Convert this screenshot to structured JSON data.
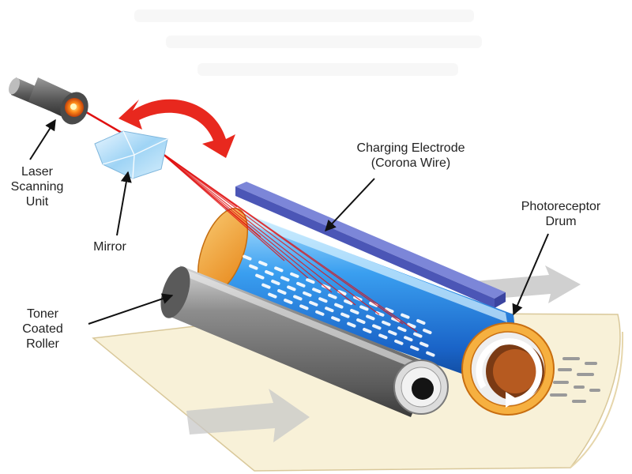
{
  "labels": {
    "laser": [
      "Laser",
      "Scanning",
      "Unit"
    ],
    "mirror": "Mirror",
    "electrode": [
      "Charging Electrode",
      "(Corona Wire)"
    ],
    "drum": [
      "Photoreceptor",
      "Drum"
    ],
    "toner": [
      "Toner",
      "Coated",
      "Roller"
    ]
  },
  "colors": {
    "arrow_red": "#e8281e",
    "laser_beam": "#e01010",
    "drum_blue": "#1f78d8",
    "drum_orange": "#f2a23a",
    "electrode_blue": "#5a68c8",
    "roller_gray": "#6d6d6d",
    "paper": "#f8f1d8"
  }
}
